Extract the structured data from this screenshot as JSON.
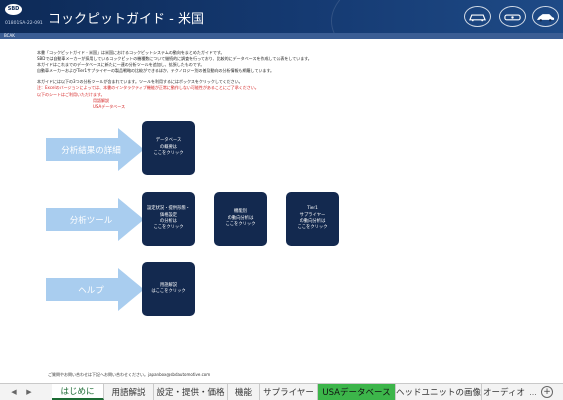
{
  "header": {
    "logo_text": "SBD",
    "title": "コックピットガイド - 米国",
    "code": "01801SA-22-091",
    "icons": [
      "car-front-icon",
      "car-dashboard-icon",
      "car-side-icon"
    ]
  },
  "subbar": {
    "label": "BCAK"
  },
  "intro": {
    "lines": [
      "本書「コックピットガイド - 米国」は米国におけるコックピットシステムの動向をまとめたガイドです。",
      "SBDでは自動車メーカーが採用しているコックピットの機種数について継続的に調査を行っており、比較的にデータベースを作成して公表をしています。",
      "本ガイドはこれまでのデータベースに新たに一連の分析ツールを追加し、拡張したものです。",
      "自動車メーカーおよびTier1サプライヤーの製品戦略の比較ができるほか、テクノロジー別の普及動向の分析情報も網羅しています。"
    ],
    "lines2": [
      "本ガイドには以下の3つの分析ツールが含まれています。ツールを利用するにはボックスをクリックしてください。",
      "注：Excelのバージョンによっては、本書のインタラクティブ機能が正常に動作しない可能性があることにご了承ください。",
      "以下のシートはご利用いただけます。"
    ],
    "sub_items": [
      "用語解説",
      "USAデータベース"
    ]
  },
  "sections": [
    {
      "arrow_label": "分析結果の詳細",
      "boxes": [
        {
          "lines": [
            "データベース",
            "の概要は",
            "ここをクリック"
          ]
        }
      ]
    },
    {
      "arrow_label": "分析ツール",
      "boxes": [
        {
          "lines": [
            "設定状況・提供形態・",
            "価格設定",
            "の分析は",
            "ここをクリック"
          ]
        },
        {
          "lines": [
            "機能別",
            "の動向分析は",
            "ここをクリック"
          ]
        },
        {
          "lines": [
            "Tier1",
            "サプライヤー",
            "の動向分析は",
            "ここをクリック"
          ]
        }
      ]
    },
    {
      "arrow_label": "ヘルプ",
      "boxes": [
        {
          "lines": [
            "用語解説",
            "はここをクリック"
          ]
        }
      ]
    }
  ],
  "footer_note": "ご質問やお問い合わせは下記へお問い合わせください。japanbox@sbdautomotive.com",
  "sheet_tabs": {
    "labels": [
      "はじめに",
      "用語解説",
      "設定・提供・価格",
      "機能",
      "サプライヤー",
      "USAデータベース",
      "ヘッドユニットの画像",
      "オーディオ"
    ],
    "active_index": 0,
    "highlight_index": 5,
    "highlight_color": "#3cb54a",
    "more_label": "...",
    "add_label": "+"
  },
  "colors": {
    "header": "#0d2a57",
    "box": "#13294f",
    "arrow": "#a9cdef",
    "accent": "#1c6b34"
  }
}
